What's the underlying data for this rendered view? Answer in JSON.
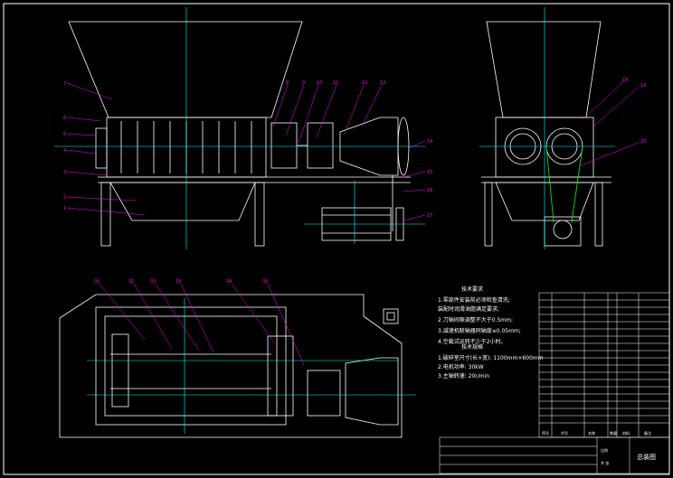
{
  "colors": {
    "background": "#000000",
    "outline": "#ffffff",
    "center_line": "#00ffff",
    "leader": "#ff00ff",
    "belt": "#00ff00",
    "accent": "#ffff00"
  },
  "front_view_refs": [
    "7",
    "6",
    "5",
    "4",
    "3",
    "2",
    "1",
    "8",
    "9",
    "10",
    "11",
    "12",
    "13",
    "14",
    "15",
    "16",
    "17"
  ],
  "side_view_refs": [
    "18",
    "19",
    "20"
  ],
  "plan_view_refs": [
    "30",
    "31",
    "32",
    "33",
    "34",
    "35"
  ],
  "notes": {
    "tech_req_title": "技术要求",
    "tech_req_items": [
      "1.零部件安装前必须检查清洗;",
      "  装配时润滑油脂满足要求;",
      "2.刀轴间隙调整不大于0.5mm;",
      "3.减速机联轴器同轴度≤0.05mm;",
      "4.空载试运转不少于2小时。"
    ],
    "tech_param_title": "技术规格",
    "tech_param_items": [
      "1.破碎室尺寸(长×宽):  1100mm×600mm",
      "2.电机功率:                       30kW",
      "3.主轴转速:                  20r/min"
    ]
  },
  "title_block": {
    "drawing_name": "总装图",
    "header_labels": [
      "序号",
      "代号",
      "名称",
      "数量",
      "材料",
      "备注"
    ],
    "side_label": "比例",
    "sheet_label": "共 张"
  }
}
